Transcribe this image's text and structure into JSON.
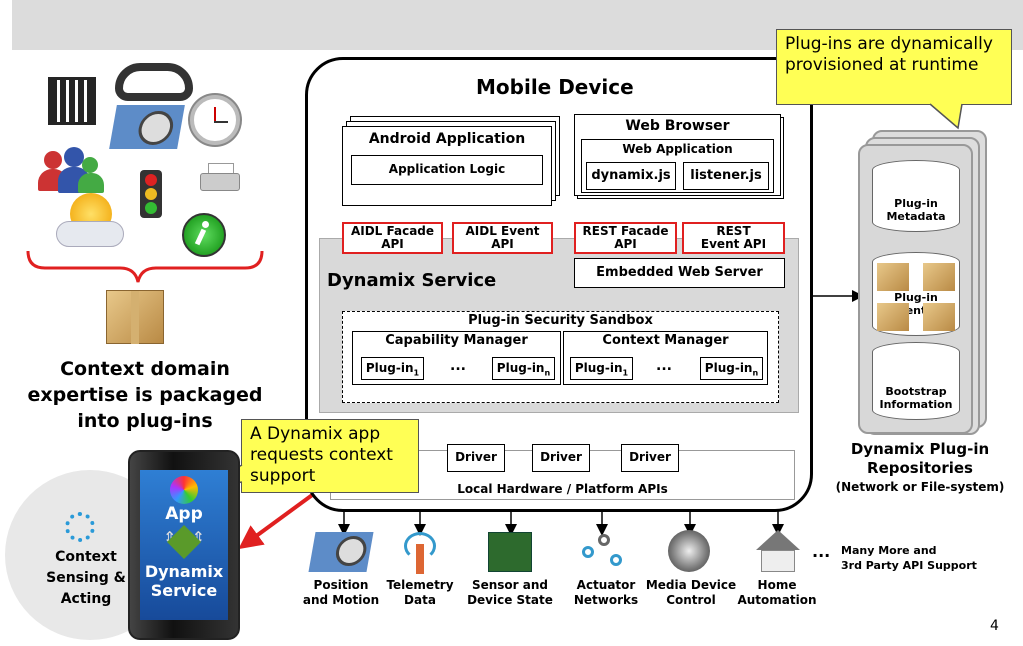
{
  "device": {
    "title": "Mobile Device",
    "android_app": {
      "title": "Android Application",
      "logic": "Application Logic"
    },
    "web_browser": {
      "title": "Web Browser",
      "web_app": "Web Application",
      "dynamix_js": "dynamix.js",
      "listener_js": "listener.js"
    },
    "apis": {
      "aidl_facade": [
        "AIDL Facade",
        "API"
      ],
      "aidl_event": [
        "AIDL Event",
        "API"
      ],
      "rest_facade": [
        "REST Facade",
        "API"
      ],
      "rest_event": [
        "REST",
        "Event API"
      ]
    },
    "embedded_server": "Embedded Web Server",
    "service_title": "Dynamix Service",
    "sandbox_title": "Plug-in Security Sandbox",
    "capability_manager": "Capability Manager",
    "context_manager": "Context Manager",
    "plugin_label": "Plug-in",
    "plugin_sub_1": "1",
    "plugin_sub_n": "n",
    "ellipsis": "...",
    "driver": "Driver",
    "local_hw": "Local Hardware / Platform APIs"
  },
  "callouts": {
    "plugins": "Plug-ins are dynamically provisioned at runtime",
    "app": "A Dynamix app requests context support"
  },
  "left": {
    "expertise": [
      "Context domain",
      "expertise is packaged",
      "into plug-ins"
    ],
    "sensing": [
      "Context",
      "Sensing &",
      "Acting"
    ],
    "phone_app": "App",
    "phone_service": [
      "Dynamix",
      "Service"
    ]
  },
  "repo": {
    "metadata": [
      "Plug-in",
      "Metadata"
    ],
    "plugins": [
      "Plug-in",
      "ent"
    ],
    "bootstrap": [
      "Bootstrap",
      "Information"
    ],
    "title": [
      "Dynamix Plug-in",
      "Repositories"
    ],
    "subtitle": "(Network or File-system)"
  },
  "bottom_items": [
    [
      "Position",
      "and Motion"
    ],
    [
      "Telemetry",
      "Data"
    ],
    [
      "Sensor and",
      "Device State"
    ],
    [
      "Actuator",
      "Networks"
    ],
    [
      "Media Device",
      "Control"
    ],
    [
      "Home",
      "Automation"
    ]
  ],
  "more": {
    "ellipsis": "...",
    "lines": [
      "Many More and",
      "3rd Party API Support"
    ]
  },
  "page_number": "4"
}
